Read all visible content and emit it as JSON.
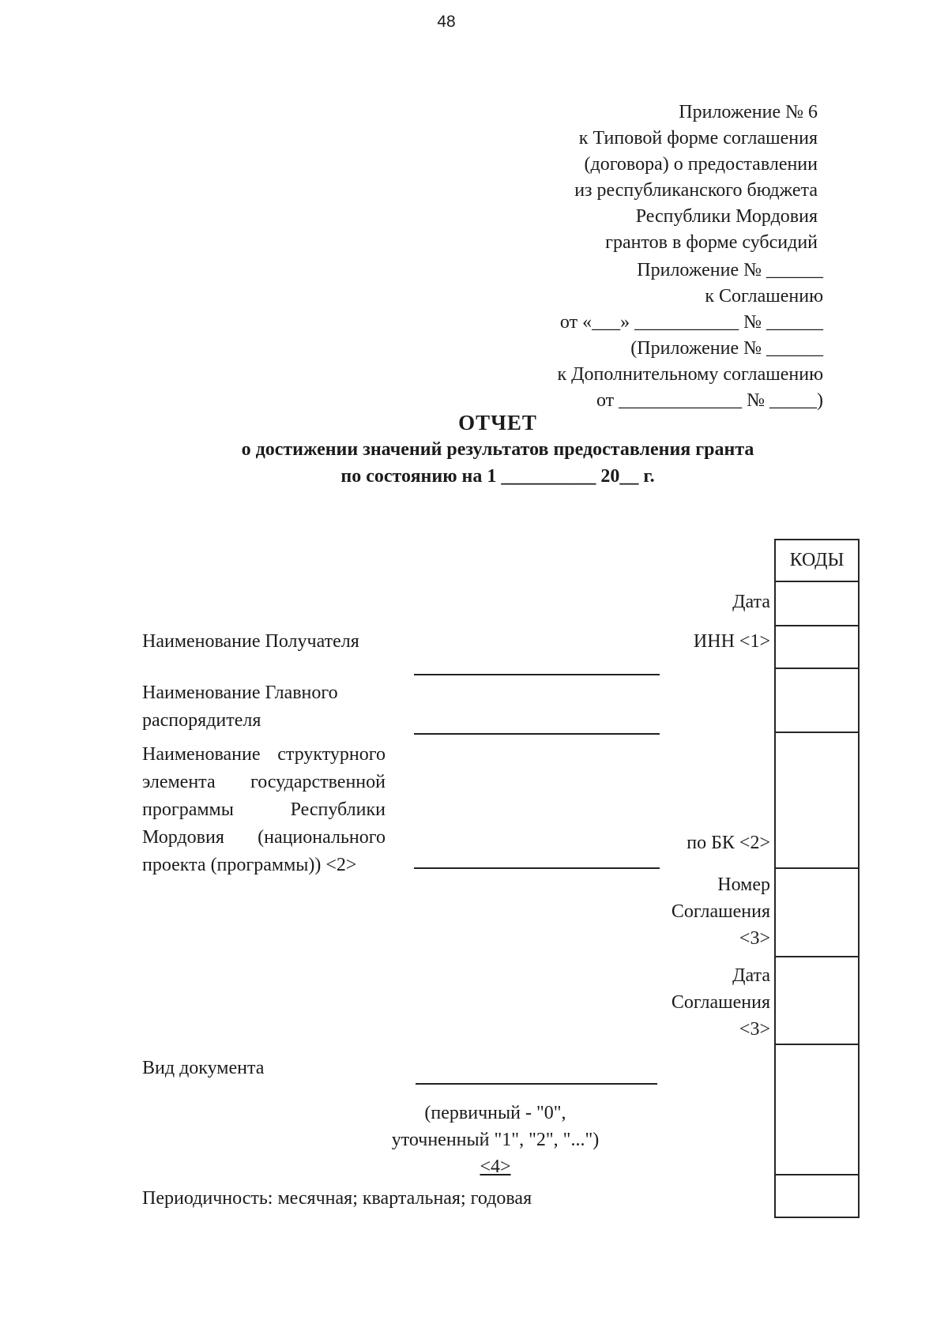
{
  "page_number": "48",
  "appendix_header": {
    "lines": [
      "Приложение № 6",
      "к Типовой форме соглашения",
      "(договора) о предоставлении",
      "из республиканского бюджета",
      "Республики Мордовия",
      "грантов в форме субсидий"
    ]
  },
  "agreement_header": {
    "lines": [
      "Приложение № ______",
      "к Соглашению",
      "от «___» ___________ № ______",
      "(Приложение № ______",
      "к Дополнительному соглашению",
      "от _____________ № _____)"
    ]
  },
  "title": {
    "heading": "ОТЧЕТ",
    "subtitle": "о достижении значений результатов предоставления гранта",
    "date_line": "по состоянию на 1 __________ 20__ г."
  },
  "codes_table": {
    "header": "КОДЫ"
  },
  "labels": {
    "date": "Дата",
    "recipient": "Наименование Получателя",
    "inn": "ИНН <1>",
    "chief_manager": "Наименование Главного\nраспорядителя",
    "program_element": "Наименование структурного элемента государственной программы Республики Мордовия (национального проекта (программы)) <2>",
    "po_bk": "по БК <2>",
    "agreement_number": "Номер\nСоглашения\n<3>",
    "agreement_date": "Дата\nСоглашения\n<3>",
    "document_type": "Вид документа",
    "document_type_note_1": "(первичный - \"0\",",
    "document_type_note_2": "уточненный \"1\", \"2\", \"...\")",
    "document_type_note_3": "<4>",
    "periodicity": "Периодичность: месячная; квартальная; годовая"
  }
}
